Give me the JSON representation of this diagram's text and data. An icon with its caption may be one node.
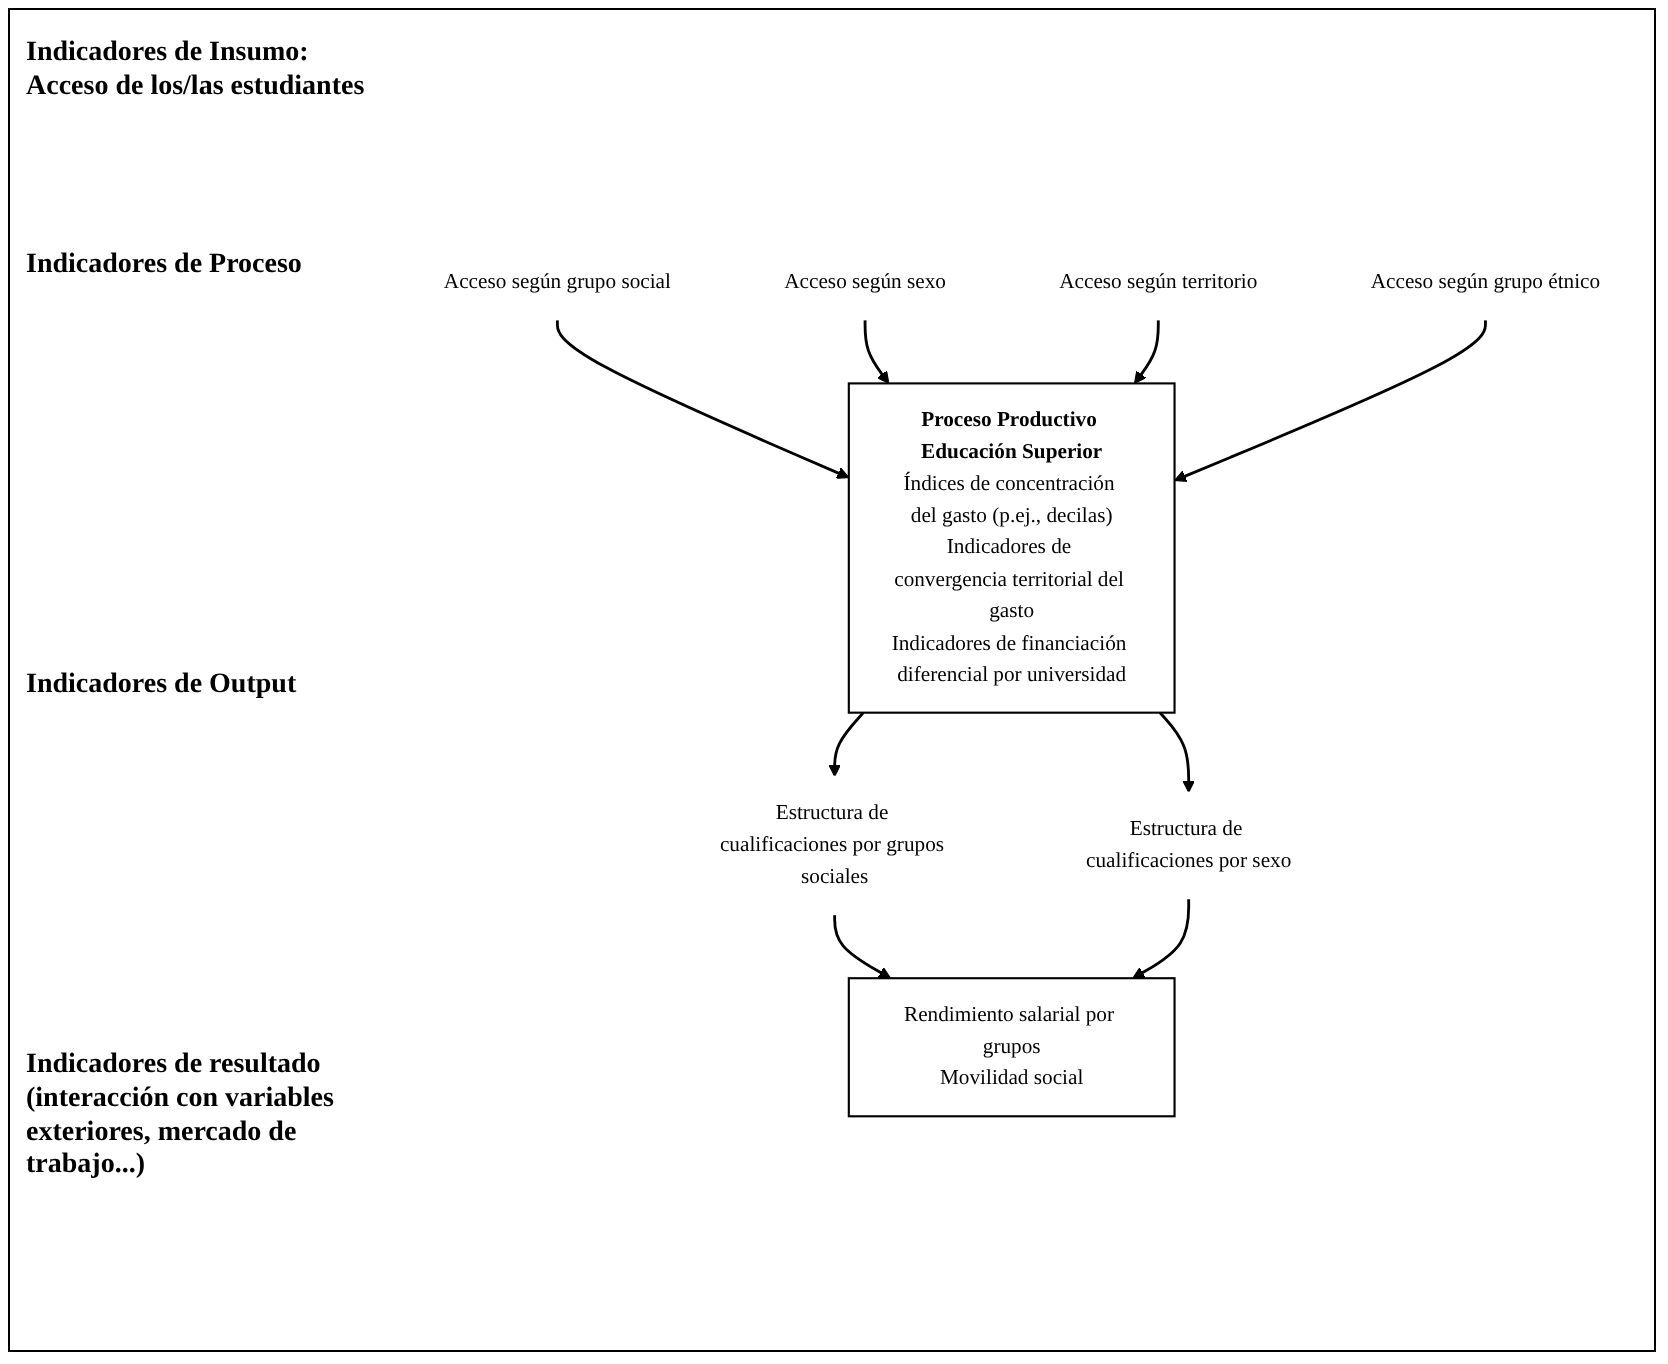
{
  "diagram": {
    "nodes": [
      {
        "text": [
          "Acceso según grupo social"
        ]
      },
      {
        "text": [
          "Acceso según sexo"
        ]
      },
      {
        "text": [
          "Acceso según territorio"
        ]
      },
      {
        "text": [
          "Acceso según grupo étnico"
        ]
      },
      {
        "text": [
          "Proceso Productivo Educación Superior",
          "Índices de concentración del gasto (p.ej., decilas)",
          "Indicadores de convergencia territorial del gasto",
          "Indicadores de financiación diferencial por universidad"
        ]
      },
      {
        "text": [
          "Estructura de cualificaciones por grupos sociales"
        ]
      },
      {
        "text": [
          "Estructura de cualificaciones por sexo"
        ]
      },
      {
        "text": [
          "Rendimiento salarial por grupos",
          "Movilidad social"
        ]
      }
    ],
    "edges": [
      {
        "from": 0,
        "to": 4,
        "arrow": "to"
      },
      {
        "from": 1,
        "to": 4,
        "arrow": "to"
      },
      {
        "from": 2,
        "to": 4,
        "arrow": "to"
      },
      {
        "from": 3,
        "to": 4,
        "arrow": "to"
      },
      {
        "from": 4,
        "to": 5,
        "arrow": "to"
      },
      {
        "from": 4,
        "to": 6,
        "arrow": "to"
      },
      {
        "from": 5,
        "to": 7,
        "arrow": "to"
      },
      {
        "from": 6,
        "to": 7,
        "arrow": "to"
      }
    ],
    "labels": [
      "Indicadores de Insumo: Acceso de los/las estudiantes",
      "Indicadores de Proceso",
      "Indicadores de Output",
      "Indicadores de resultado (interacción con variables exteriores, mercado de trabajo...)"
    ]
  }
}
